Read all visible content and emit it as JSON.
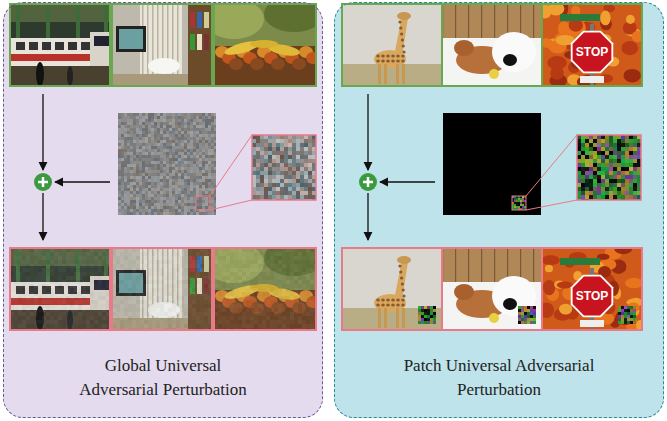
{
  "diagram": {
    "nodes": [
      {
        "text": [
          "Global Universal Adversarial Perturbation"
        ]
      },
      {
        "text": [
          "Patch Universal Adversarial Perturbation"
        ]
      }
    ],
    "labels": [
      "STOP",
      "STOP"
    ]
  }
}
